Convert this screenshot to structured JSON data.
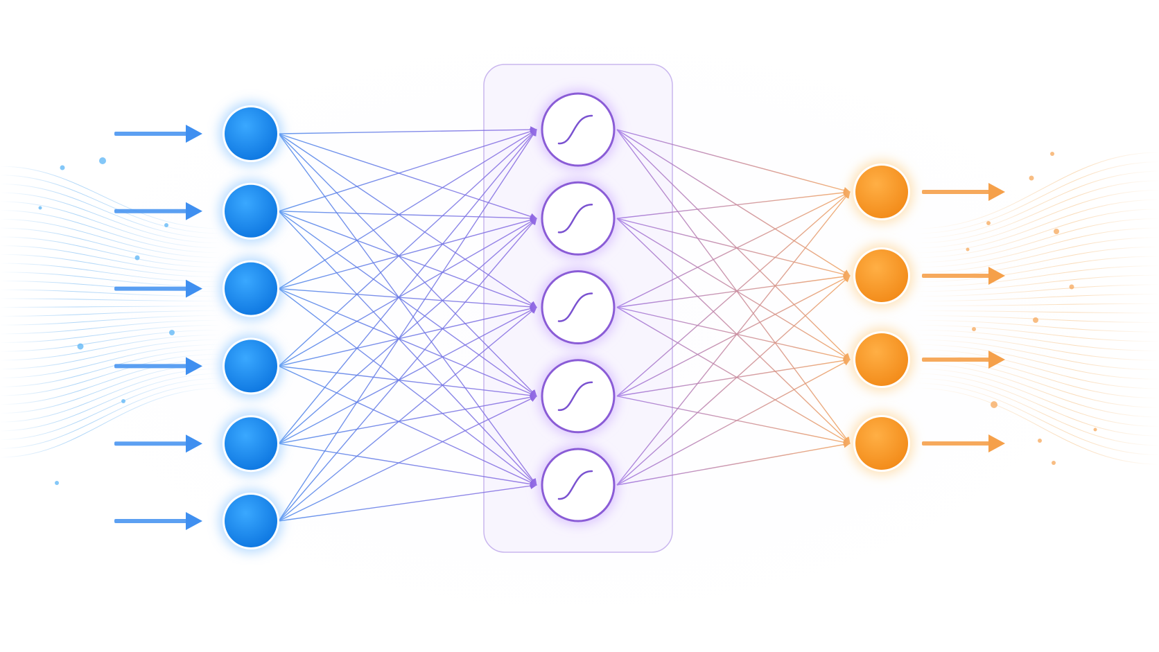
{
  "diagram": {
    "type": "feedforward-neural-network",
    "layers": [
      {
        "id": "input",
        "node_count": 6,
        "color": "#1a8cf0",
        "glow": "#7fc0ff",
        "incoming_arrows": true
      },
      {
        "id": "hidden",
        "node_count": 5,
        "color": "#ffffff",
        "stroke": "#8a5cd6",
        "glow": "#c9a8ff",
        "activation_icon": "sigmoid-curve-icon",
        "highlight_panel": "#f3eefc"
      },
      {
        "id": "output",
        "node_count": 4,
        "color": "#f5981f",
        "glow": "#ffd08a",
        "outgoing_arrows": true
      }
    ],
    "connections": "fully-connected",
    "colors": {
      "input_edges": "#4a7fe6",
      "hidden_edges_start": "#9a6ee0",
      "output_edges": "#f2a25a",
      "arrow_in": "#3f8ff0",
      "arrow_out": "#f5a04a",
      "flow_left": "#6ab3f2",
      "flow_right": "#f7c489"
    }
  }
}
